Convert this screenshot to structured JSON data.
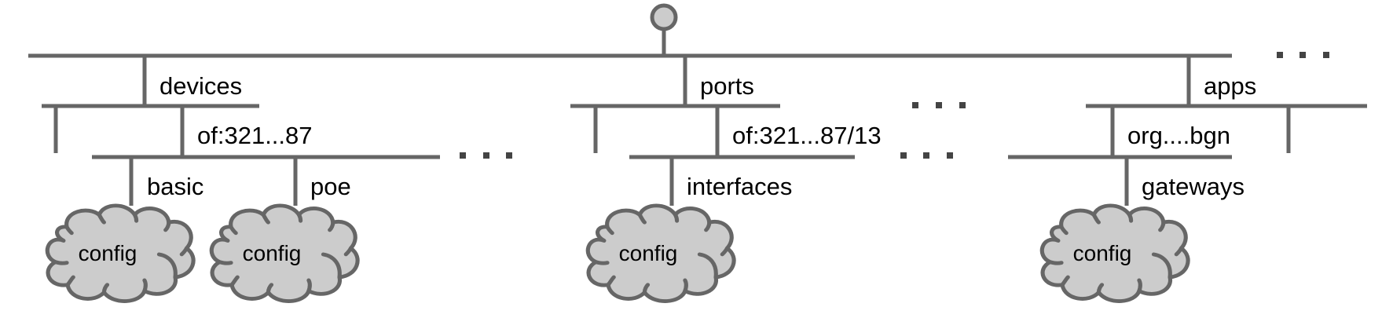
{
  "diagram": {
    "title": "Configuration tree",
    "colors": {
      "line": "#666666",
      "node_fill": "#cccccc",
      "ellipsis_dots": "#444444",
      "text": "#000000"
    },
    "root": {
      "icon": "root-node-circle"
    },
    "branches": [
      {
        "label": "devices",
        "child": {
          "label": "of:321...87",
          "leaves": [
            {
              "label": "basic",
              "cloud_label": "config"
            },
            {
              "label": "poe",
              "cloud_label": "config"
            }
          ],
          "has_more_leaves": true
        },
        "has_more_children": false
      },
      {
        "label": "ports",
        "child": {
          "label": "of:321...87/13",
          "leaves": [
            {
              "label": "interfaces",
              "cloud_label": "config"
            }
          ],
          "has_more_leaves": true
        },
        "has_more_children": true
      },
      {
        "label": "apps",
        "child": {
          "label": "org....bgn",
          "leaves": [
            {
              "label": "gateways",
              "cloud_label": "config"
            }
          ],
          "has_more_leaves": false
        },
        "has_more_children": false
      }
    ],
    "has_more_branches": true,
    "ellipsis_symbol": "..."
  }
}
